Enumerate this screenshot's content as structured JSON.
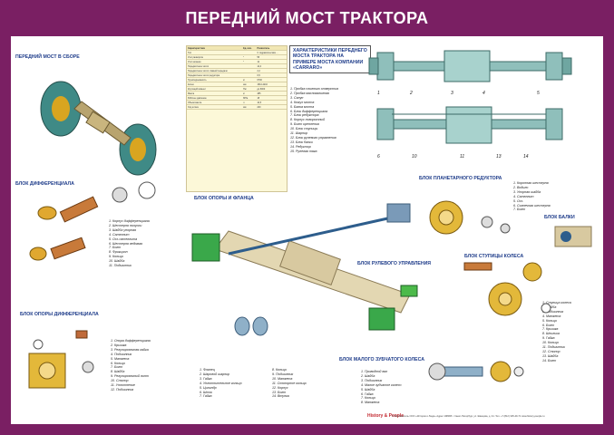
{
  "title": "ПЕРЕДНИЙ МОСТ ТРАКТОРА",
  "sections": {
    "assembly": "ПЕРЕДНИЙ МОСТ В СБОРЕ",
    "diff_block": "БЛОК ДИФФЕРЕНЦИАЛА",
    "diff_support": "БЛОК ОПОРЫ ДИФФЕРЕНЦИАЛА",
    "flange_support": "БЛОК ОПОРЫ И ФЛАНЦА",
    "steering": "БЛОК РУЛЕВОГО УПРАВЛЕНИЯ",
    "small_gear": "БЛОК МАЛОГО ЗУБЧАТОГО КОЛЕСА",
    "planetary": "БЛОК ПЛАНЕТАРНОГО РЕДУКТОРА",
    "beam": "БЛОК БАЛКИ",
    "hub": "БЛОК СТУПИЦЫ КОЛЕСА"
  },
  "callout": "ХАРАКТЕРИСТИКИ ПЕРЕДНЕГО МОСТА ТРАКТОРА НА ПРИМЕРЕ МОСТА КОМПАНИИ «CARRARO»",
  "spec_table": {
    "headers": [
      "Характеристика",
      "Ед. изм.",
      "Показатель"
    ],
    "rows": [
      [
        "Тип",
        "",
        "С гидравлическим ..."
      ],
      [
        "Угол разворота",
        "°",
        "55"
      ],
      [
        "Угол качания",
        "°",
        "12"
      ],
      [
        "Передаточное число",
        "",
        "14,4"
      ],
      [
        "Передаточное число главной передачи",
        "",
        "2,2"
      ],
      [
        "Передаточное число редуктора",
        "",
        "6,5"
      ],
      [
        "Грузоподъёмность",
        "кг",
        "6700"
      ],
      [
        "Колея",
        "мм",
        "1510-2216"
      ],
      [
        "Крутящий момент",
        "Нм",
        "до 6000"
      ],
      [
        "Масса",
        "кг",
        "485"
      ],
      [
        "Рабочее давление",
        "МПа",
        "18"
      ],
      [
        "Объём масла",
        "л",
        "10,5"
      ],
      [
        "Ход штока",
        "мм",
        "240"
      ]
    ]
  },
  "legends": {
    "assembly": [
      "1. Пробка сливного отверстия",
      "2. Пробка маслозаливная",
      "3. Сапун",
      "4. Кожух моста",
      "5. Балка моста",
      "6. Блок дифференциала",
      "7. Блок редуктора",
      "8. Корпус поворотный",
      "9. Болт крепления",
      "10. Блок ступицы",
      "11. Шарнир",
      "12. Блок рулевого управления",
      "13. Блок балки",
      "14. Редуктор",
      "15. Рулевая тяга"
    ],
    "diff_block": [
      "1. Корпус дифференциала",
      "2. Шестерня полуоси",
      "3. Шайба упорная",
      "4. Сателлит",
      "5. Ось сателлита",
      "6. Шестерня ведомая",
      "7. Болт",
      "8. Фрикцион",
      "9. Кольцо",
      "10. Шайба",
      "11. Подшипник"
    ],
    "diff_support": [
      "1. Опора дифференциала",
      "2. Крышка",
      "3. Регулировочная гайка",
      "4. Подшипник",
      "5. Манжета",
      "6. Кольцо",
      "7. Болт",
      "8. Шайба",
      "9. Регулировочный винт",
      "10. Стопор",
      "11. Уплотнение",
      "12. Подшипник"
    ],
    "flange_support": [
      "1. Фланец",
      "2. Шаровой шарнир",
      "3. Гайка",
      "4. Уплотнительное кольцо",
      "5. Цилиндр",
      "6. Шток",
      "7. Гайка"
    ],
    "flange_support_2": [
      "8. Кольцо",
      "9. Подшипник",
      "10. Манжета",
      "11. Стопорное кольцо",
      "12. Корпус",
      "13. Болт",
      "14. Втулка"
    ],
    "small_gear": [
      "1. Приводной вал",
      "2. Шайба",
      "3. Подшипник",
      "4. Малое зубчатое колесо",
      "5. Шайба",
      "6. Гайка",
      "7. Кольцо",
      "8. Манжета"
    ],
    "planetary": [
      "1. Коронная шестерня",
      "2. Водило",
      "3. Упорная шайба",
      "4. Сателлит",
      "5. Ось",
      "6. Солнечная шестерня",
      "7. Болт"
    ],
    "hub": [
      "1. Ступица колеса",
      "2. Шайба",
      "3. Подшипник",
      "4. Манжета",
      "5. Кольцо",
      "6. Болт",
      "7. Крышка",
      "8. Шпилька",
      "9. Гайка",
      "10. Кольцо",
      "11. Подшипник",
      "12. Стопор",
      "13. Шайба",
      "14. Болт"
    ]
  },
  "brand": "History & People",
  "footer": "© Изготовитель ООО «История и Люди» Адрес 198095 г. Санкт-Петербург, ул. Швецова, д. 41. Тел. +7 (812) 325-49-71 www.history-people.ru"
}
